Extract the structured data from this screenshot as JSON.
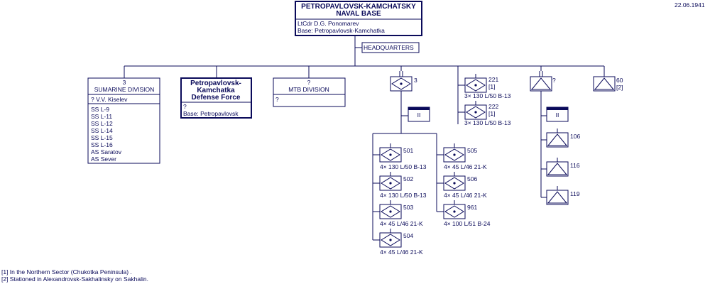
{
  "date": "22.06.1941",
  "root": {
    "title_line1": "PETROPAVLOVSK-KAMCHATSKY",
    "title_line2": "NAVAL BASE",
    "commander": "LtCdr  D.G. Ponomarev",
    "base": "Base:  Petropavlovsk-Kamchatka"
  },
  "headquarters": "HEADQUARTERS",
  "submarine_division": {
    "number": "3",
    "title": "SUMARINE DIVISION",
    "commander": "?  V.V. Kiselev",
    "vessels": [
      "SS  L-9",
      "SS  L-11",
      "SS  L-12",
      "SS  L-14",
      "SS  L-15",
      "SS  L-16",
      "AS  Saratov",
      "AS  Sever"
    ]
  },
  "defense_force": {
    "title_line1": "Petropavlovsk-",
    "title_line2": "Kamchatka",
    "title_line3": "Defense Force",
    "commander": "?",
    "base": "Base:  Petropavlovsk"
  },
  "mtb_division": {
    "number": "?",
    "title": "MTB DIVISION",
    "commander": "?"
  },
  "artillery_group": {
    "number": "3",
    "battalion_mark": "II",
    "batteries": [
      {
        "number": "501",
        "armament": "4× 130 L/50 B-13"
      },
      {
        "number": "502",
        "armament": "4× 130 L/50 B-13"
      },
      {
        "number": "503",
        "armament": "4× 45 L/46 21-K"
      },
      {
        "number": "504",
        "armament": "4× 45 L/46 21-K"
      },
      {
        "number": "505",
        "armament": "4× 45 L/46 21-K"
      },
      {
        "number": "506",
        "armament": "4× 45 L/46 21-K"
      },
      {
        "number": "961",
        "armament": "4× 100 L/51 B-24"
      }
    ]
  },
  "separate_batteries": [
    {
      "number": "221",
      "note": "[1]",
      "armament": "3× 130 L/50 B-13"
    },
    {
      "number": "222",
      "note": "[1]",
      "armament": "3× 130 L/50 B-13"
    }
  ],
  "aa_group": {
    "number": "?",
    "battalion_mark": "II",
    "batteries": [
      {
        "number": "106"
      },
      {
        "number": "116"
      },
      {
        "number": "119"
      }
    ]
  },
  "aa_separate": {
    "number": "60",
    "note": "[2]"
  },
  "footnotes": [
    "[1] In the Northern Sector (Chukotka Peninsula) .",
    "[2] Stationed in Alexandrovsk-Sakhalinsky on Sakhalin."
  ]
}
